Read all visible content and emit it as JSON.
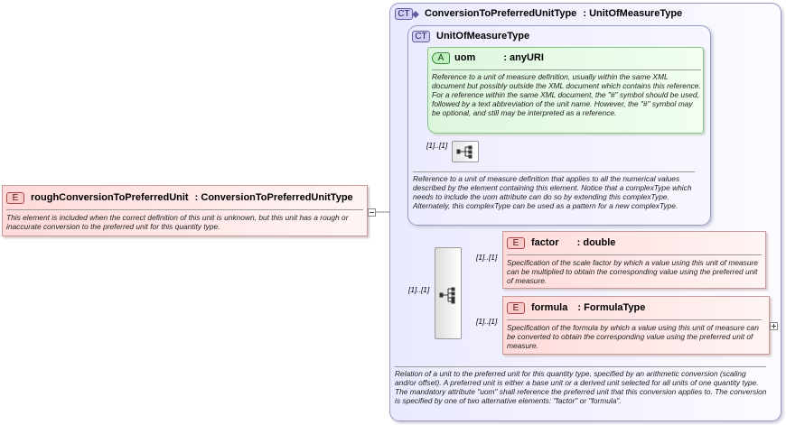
{
  "root_element": {
    "badge": "E",
    "name": "roughConversionToPreferredUnit",
    "type": ": ConversionToPreferredUnitType",
    "doc": "This element is included when the correct definition of this unit is unknown, but this unit has a rough or inaccurate conversion to the preferred unit for this quantity type."
  },
  "outer_complex_type": {
    "badge": "CT",
    "name": "ConversionToPreferredUnitType",
    "type": ": UnitOfMeasureType",
    "doc": "Relation of a unit to the preferred unit for this quantity type, specified by an arithmetic conversion (scaling and/or offset). A preferred unit is either a base unit or a derived unit selected for all units of one quantity type. The mandatory attribute \"uom\" shall reference the preferred unit that this conversion applies to. The conversion is specified by one of two alternative elements: \"factor\" or \"formula\"."
  },
  "inner_complex_type": {
    "badge": "CT",
    "name": "UnitOfMeasureType",
    "doc": "Reference to a unit of measure definition that applies to all the numerical values described by the element containing this element. Notice that a complexType which needs to include the uom attribute can do so by extending this complexType. Alternately, this complexType can be used as a pattern for a new complexType."
  },
  "attribute_uom": {
    "badge": "A",
    "name": "uom",
    "type": ": anyURI",
    "doc": "Reference to a unit of measure definition, usually within the same XML document but possibly outside the XML document which contains this reference. For a reference within the same XML document, the \"#\" symbol should be used, followed by a text abbreviation of the unit name. However, the \"#\" symbol may be optional, and still may be interpreted as a reference."
  },
  "inner_sequence": {
    "multiplicity": "[1]..[1]"
  },
  "choice": {
    "multiplicity": "[1]..[1]"
  },
  "element_factor": {
    "badge": "E",
    "name": "factor",
    "type": ": double",
    "multiplicity": "[1]..[1]",
    "doc": "Specification of the scale factor by which a value using this unit of measure can be multiplied to obtain the corresponding value using the preferred unit of measure."
  },
  "element_formula": {
    "badge": "E",
    "name": "formula",
    "type": ": FormulaType",
    "multiplicity": "[1]..[1]",
    "doc": "Specification of the formula by which a value using this unit of measure can be converted to obtain the corresponding value using the preferred unit of measure."
  },
  "colors": {
    "complex_type_border": "#9a9ac4",
    "attribute_fill": "#dcf6dc",
    "element_fill": "#ffdada",
    "connector": "#888888"
  }
}
